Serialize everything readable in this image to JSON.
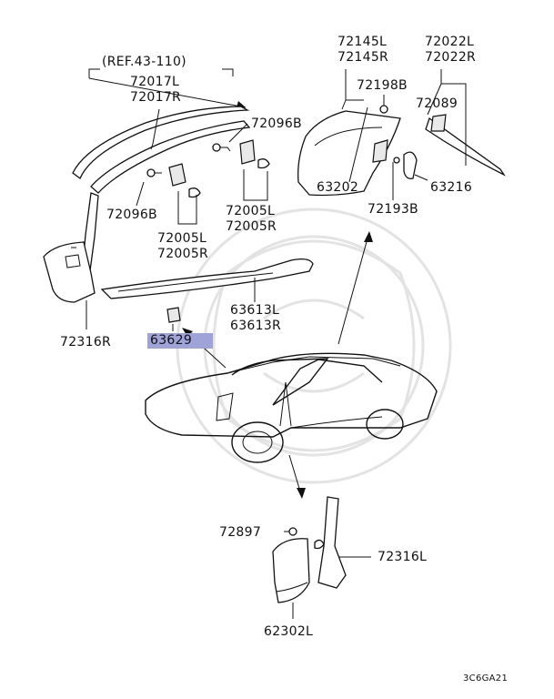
{
  "diagram": {
    "reference": "(REF.43-110)",
    "drawing_code": "3C6GA21",
    "highlight_color": "#9ea3d8",
    "labels": {
      "p72017": [
        "72017L",
        "72017R"
      ],
      "p72096_upper": "72096B",
      "p72096_left": "72096B",
      "p72005_left": [
        "72005L",
        "72005R"
      ],
      "p72005_right": [
        "72005L",
        "72005R"
      ],
      "p72316R": "72316R",
      "p63613": [
        "63613L",
        "63613R"
      ],
      "p63629": "63629",
      "p72145": [
        "72145L",
        "72145R"
      ],
      "p72022": [
        "72022L",
        "72022R"
      ],
      "p72198": "72198B",
      "p72089": "72089",
      "p63202": "63202",
      "p63216": "63216",
      "p72193": "72193B",
      "p72897": "72897",
      "p72316L": "72316L",
      "p62302L": "62302L"
    }
  }
}
